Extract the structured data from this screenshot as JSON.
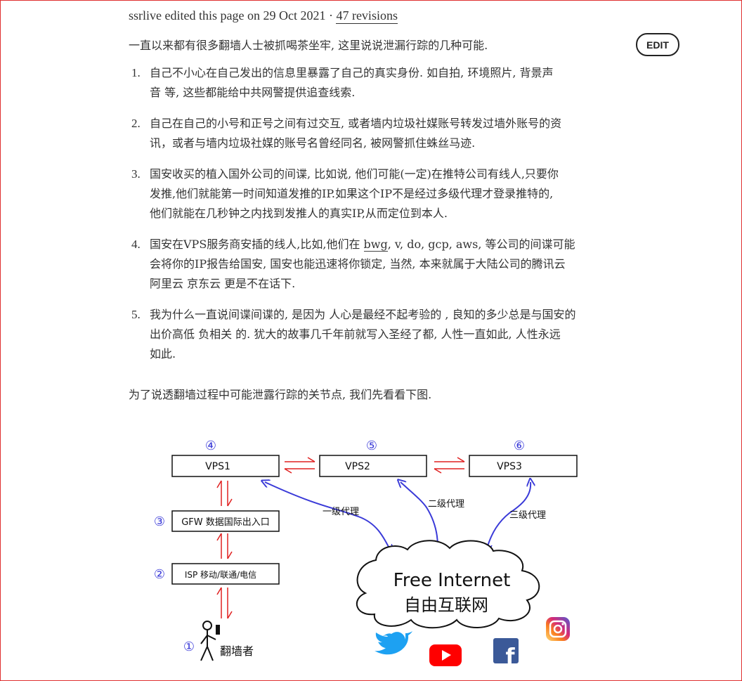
{
  "meta": {
    "author": "ssrlive",
    "edited_text": "edited this page on 29 Oct 2021 ·",
    "revisions_link": "47 revisions"
  },
  "edit_button": "EDIT",
  "intro": "一直以来都有很多翻墙人士被抓喝茶坐牢, 这里说说泄漏行踪的几种可能.",
  "items": [
    {
      "num": "1.",
      "lines": [
        "自己不小心在自己发出的信息里暴露了自己的真实身份. 如自拍, 环境照片, 背景声",
        "音 等, 这些都能给中共网警提供追查线索."
      ]
    },
    {
      "num": "2.",
      "lines": [
        "自己在自己的小号和正号之间有过交互, 或者墙内垃圾社媒账号转发过墙外账号的资",
        "讯，或者与墙内垃圾社媒的账号名曾经同名, 被网警抓住蛛丝马迹."
      ]
    },
    {
      "num": "3.",
      "lines": [
        "国安收买的植入国外公司的间谍, 比如说, 他们可能(一定)在推特公司有线人,只要你",
        "发推,他们就能第一时间知道发推的IP.如果这个IP不是经过多级代理才登录推特的,",
        "他们就能在几秒钟之内找到发推人的真实IP,从而定位到本人."
      ]
    },
    {
      "num": "4.",
      "line1_before": "国安在VPS服务商安插的线人,比如,他们在 ",
      "line1_link": "bwg",
      "line1_after": ", v, do, gcp, aws, 等公司的间谍可能",
      "lines_rest": [
        "会将你的IP报告给国安, 国安也能迅速将你锁定, 当然, 本来就属于大陆公司的腾讯云",
        "阿里云 京东云 更是不在话下."
      ]
    },
    {
      "num": "5.",
      "lines": [
        "我为什么一直说间谍间谍的, 是因为 人心是最经不起考验的 , 良知的多少总是与国安的",
        "出价高低 负相关 的. 犹大的故事几千年前就写入圣经了都, 人性一直如此, 人性永远",
        "如此."
      ]
    }
  ],
  "outro": "为了说透翻墙过程中可能泄露行踪的关节点, 我们先看看下图.",
  "diagram": {
    "circles": [
      "④",
      "⑤",
      "⑥",
      "③",
      "②",
      "①"
    ],
    "vps1": "VPS1",
    "vps2": "VPS2",
    "vps3": "VPS3",
    "gfw": "GFW 数据国际出入口",
    "isp": "ISP 移动/联通/电信",
    "proxy1": "一级代理",
    "proxy2": "二级代理",
    "proxy3": "三级代理",
    "cloud_en": "Free Internet",
    "cloud_zh": "自由互联网",
    "person": "翻墙者",
    "facebook_glyph": "f",
    "red": "#e02020",
    "blue": "#3a3ad8"
  }
}
